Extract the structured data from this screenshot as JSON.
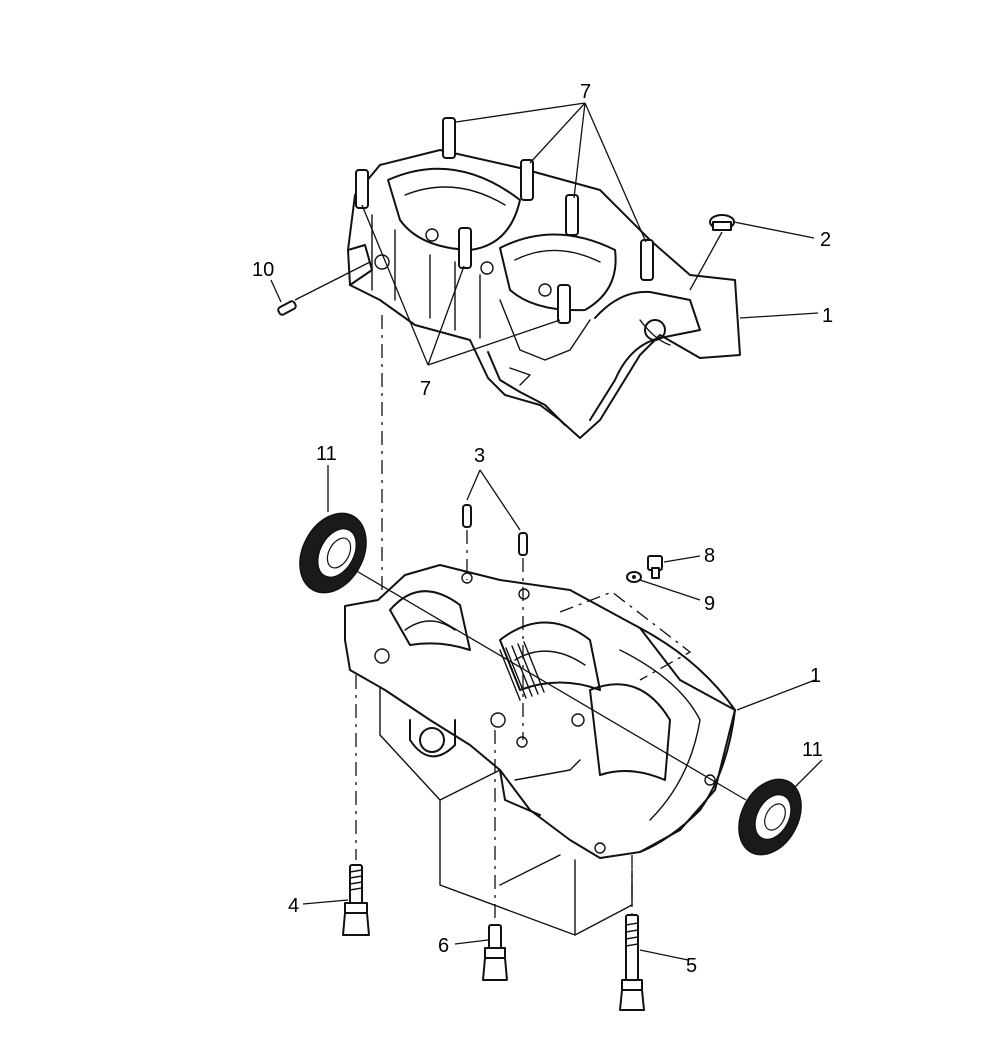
{
  "callouts": {
    "upper_studs": "7",
    "upper_studs_lower": "7",
    "plug": "2",
    "upper_case": "1",
    "pin": "10",
    "dowels": "3",
    "seal_left": "11",
    "seal_right": "11",
    "drain_bolt": "8",
    "washer": "9",
    "lower_case": "1",
    "bolt_left": "4",
    "bolt_middle": "6",
    "bolt_right": "5"
  },
  "colors": {
    "ink": "#111111",
    "paper": "#ffffff"
  }
}
